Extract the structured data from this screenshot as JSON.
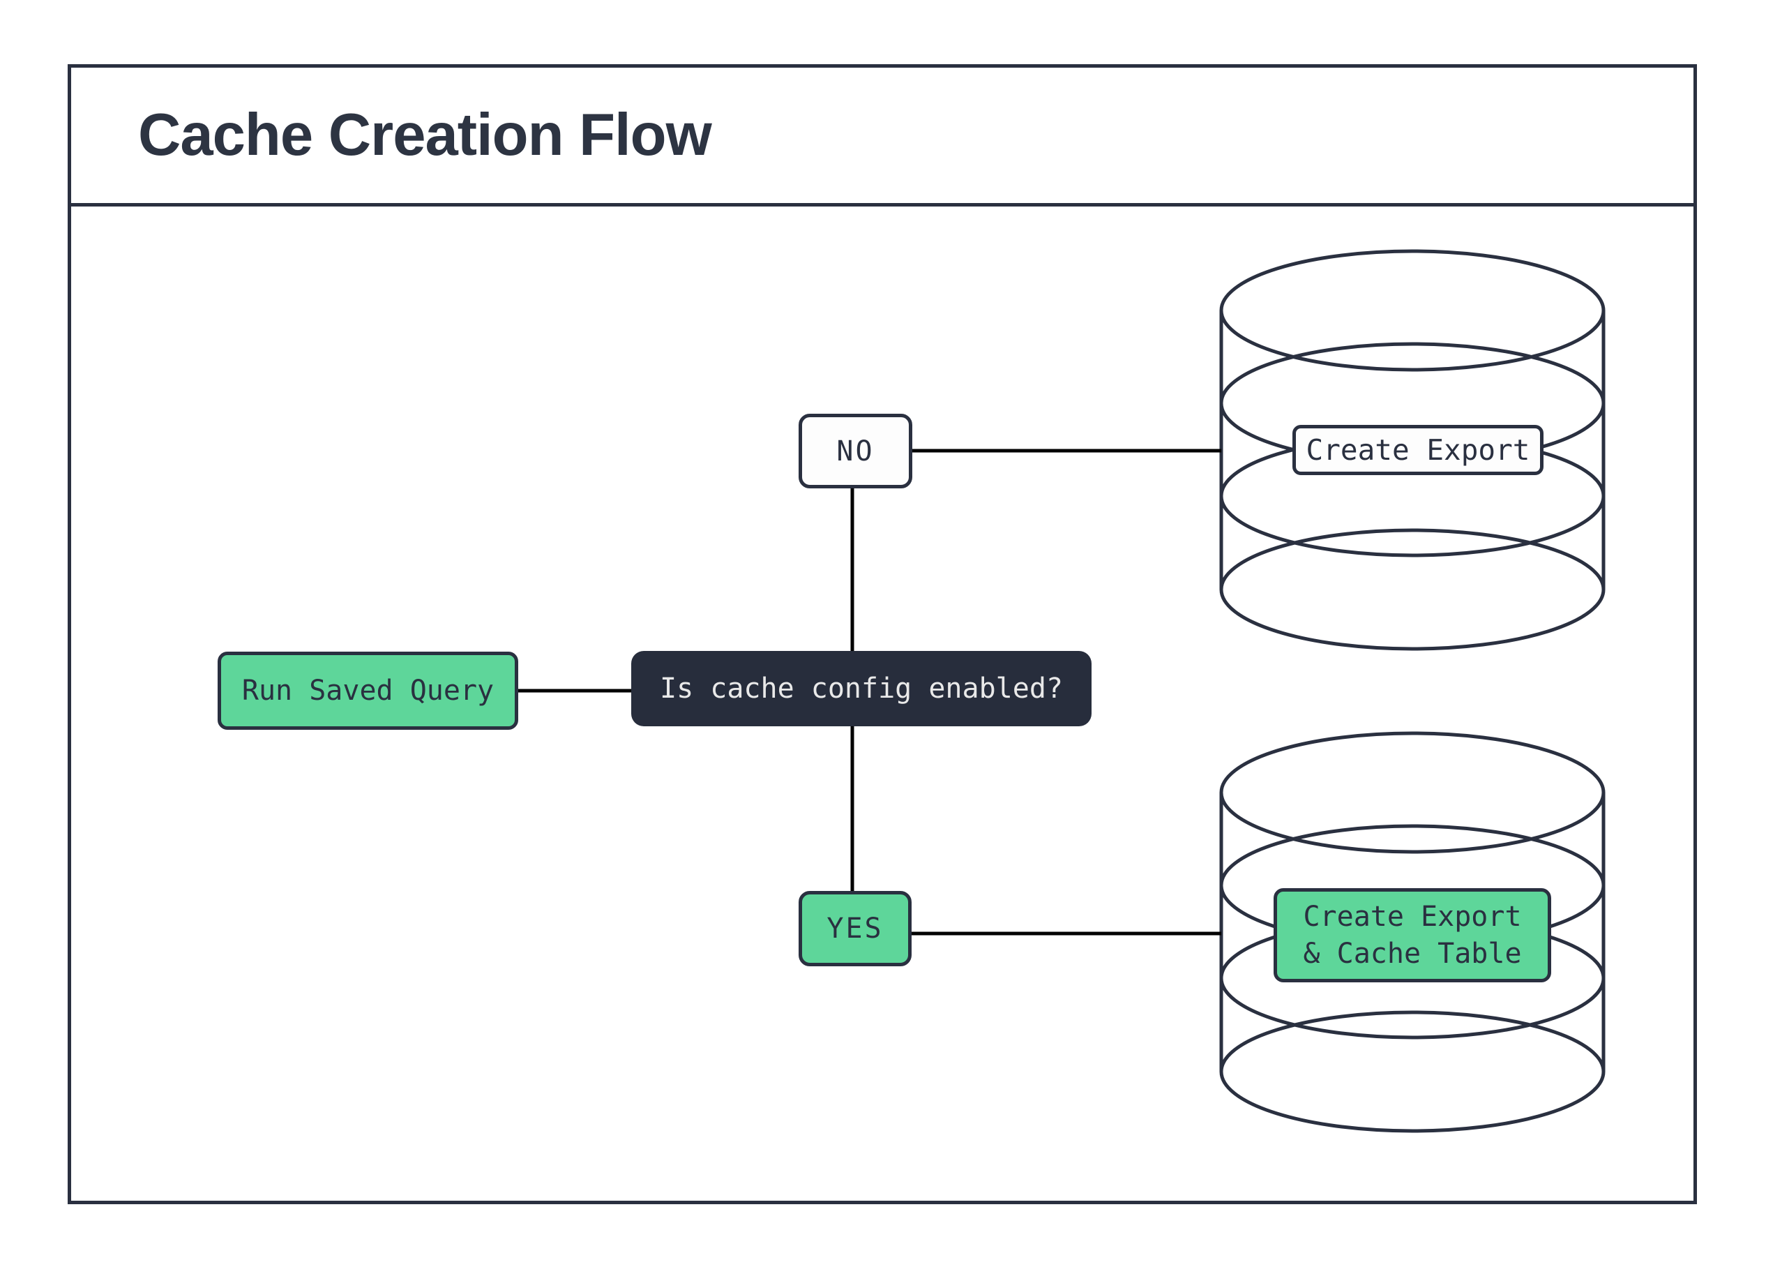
{
  "title": "Cache Creation Flow",
  "nodes": {
    "run_saved_query": {
      "label": "Run Saved Query"
    },
    "decision": {
      "label": "Is cache config enabled?"
    },
    "branch_no": {
      "label": "NO"
    },
    "branch_yes": {
      "label": "YES"
    },
    "db_export": {
      "label": "Create Export"
    },
    "db_export_cache": {
      "label": "Create Export\n& Cache Table"
    }
  },
  "icons": {
    "top_right": "database-cylinder-icon",
    "bottom_right": "database-cylinder-icon"
  },
  "colors": {
    "outline_navy": "#2a3040",
    "title_navy": "#2d3442",
    "node_green": "#5ed69a",
    "decision_fill": "#272d3c",
    "decision_text": "#e9e9e9",
    "connector_black": "#000000",
    "background_white": "#ffffff"
  }
}
